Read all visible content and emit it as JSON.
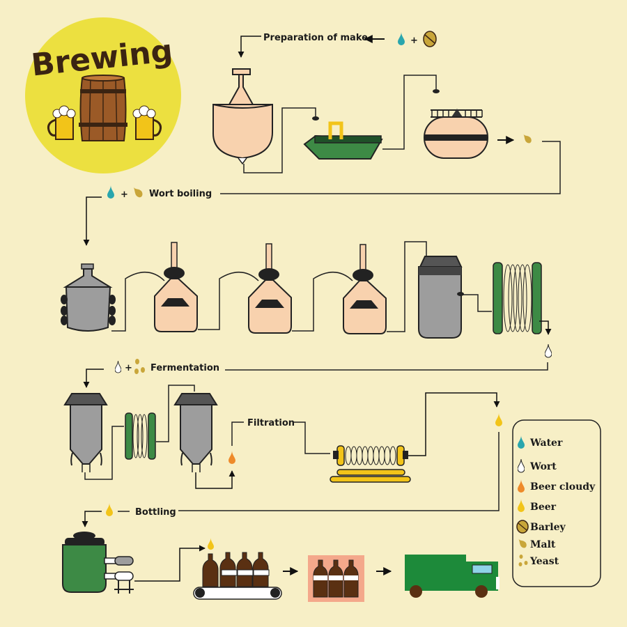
{
  "title": "Brewing",
  "steps": {
    "preparation": "Preparation of make",
    "wort_boiling": "Wort boiling",
    "fermentation": "Fermentation",
    "filtration": "Filtration",
    "bottling": "Bottling"
  },
  "operators": {
    "plus": "+"
  },
  "legend": {
    "water": "Water",
    "wort": "Wort",
    "beer_cloudy": "Beer cloudy",
    "beer": "Beer",
    "barley": "Barley",
    "malt": "Malt",
    "yeast": "Yeast"
  },
  "colors": {
    "background": "#f7efc6",
    "sun": "#ece040",
    "water": "#2aa6ad",
    "beer": "#f2c419",
    "beer_cloudy": "#ee8a2a",
    "malt": "#c9a63a",
    "copper": "#f8d2ae",
    "steel": "#9d9d9d",
    "green": "#3d8a45",
    "truck": "#1d8a3a",
    "bottle": "#5a3012"
  }
}
